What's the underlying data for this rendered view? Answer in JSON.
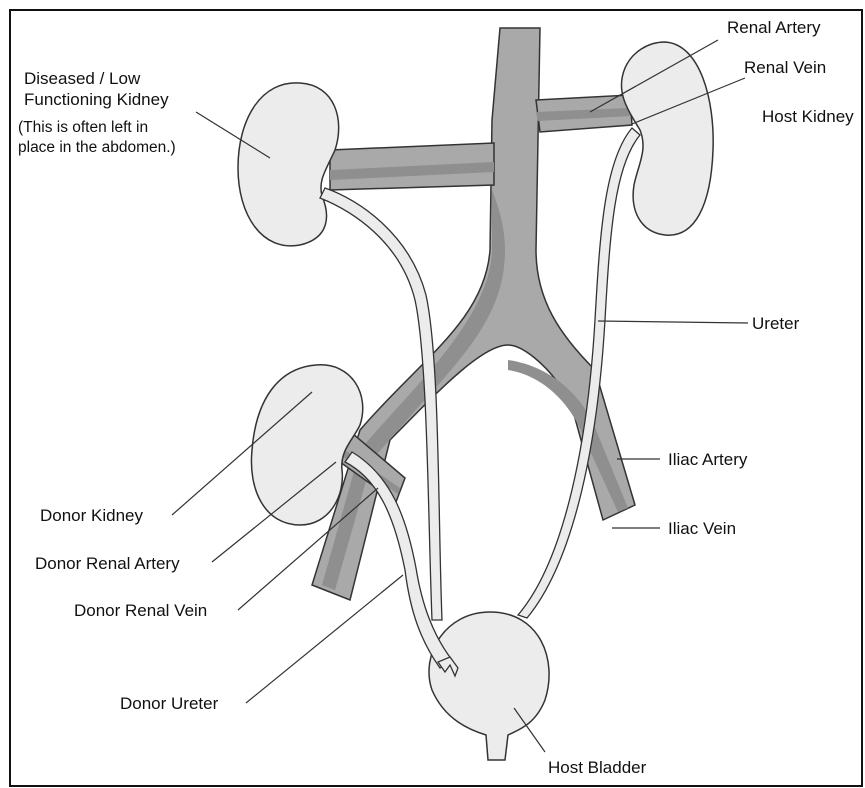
{
  "colors": {
    "organ_fill": "#ececec",
    "vessel_fill": "#a9a9a9",
    "vessel_dark": "#8f8f8f",
    "stroke": "#333333",
    "ink": "#111111"
  },
  "labels": {
    "diseased_kidney_line1": "Diseased / Low",
    "diseased_kidney_line2": "Functioning Kidney",
    "diseased_kidney_note1": "(This is often left in",
    "diseased_kidney_note2": "place in the abdomen.)",
    "renal_artery": "Renal Artery",
    "renal_vein": "Renal Vein",
    "host_kidney": "Host Kidney",
    "ureter": "Ureter",
    "iliac_artery": "Iliac Artery",
    "iliac_vein": "Iliac Vein",
    "donor_kidney": "Donor Kidney",
    "donor_renal_artery": "Donor Renal Artery",
    "donor_renal_vein": "Donor Renal Vein",
    "donor_ureter": "Donor Ureter",
    "host_bladder": "Host Bladder"
  }
}
